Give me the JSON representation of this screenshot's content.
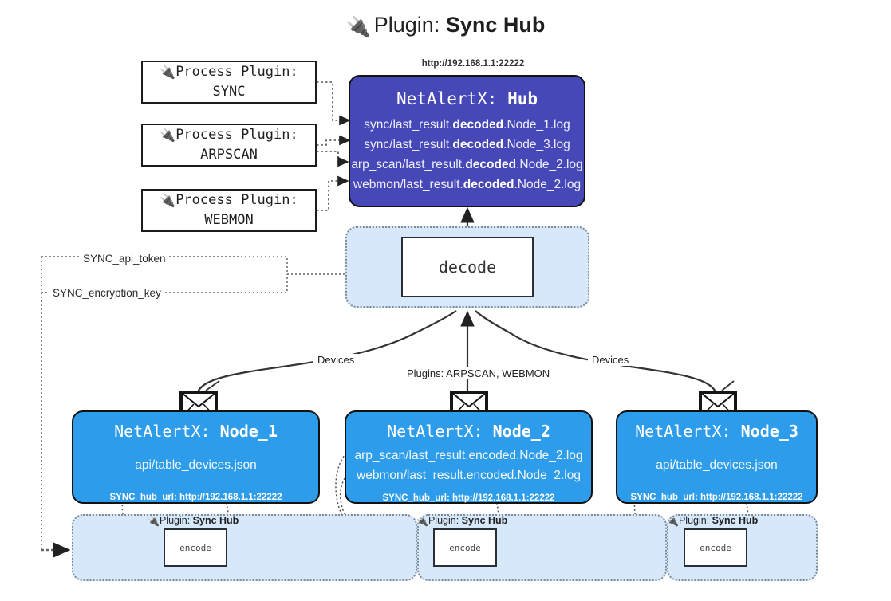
{
  "title": {
    "icon": "plug-icon",
    "prefix": "Plugin:",
    "name": "Sync Hub"
  },
  "process_plugins": [
    {
      "icon": "plug-icon",
      "line1": "Process Plugin:",
      "line2": "SYNC"
    },
    {
      "icon": "plug-icon",
      "line1": "Process Plugin:",
      "line2": "ARPSCAN"
    },
    {
      "icon": "plug-icon",
      "line1": "Process Plugin:",
      "line2": "WEBMON"
    }
  ],
  "hub": {
    "url": "http://192.168.1.1:22222",
    "title_prefix": "NetAlertX:",
    "title_name": "Hub",
    "logs": [
      {
        "pre": "sync/last_result.",
        "mid": "decoded",
        "post": ".Node_1.log"
      },
      {
        "pre": "sync/last_result.",
        "mid": "decoded",
        "post": ".Node_3.log"
      },
      {
        "pre": "arp_scan/last_result.",
        "mid": "decoded",
        "post": ".Node_2.log"
      },
      {
        "pre": "webmon/last_result.",
        "mid": "decoded",
        "post": ".Node_2.log"
      }
    ]
  },
  "decode": {
    "label": "decode"
  },
  "keys": {
    "api_token": "SYNC_api_token",
    "encryption_key": "SYNC_encryption_key"
  },
  "edge_labels": {
    "devices_left": "Devices",
    "devices_right": "Devices",
    "plugins_center": "Plugins: ARPSCAN, WEBMON"
  },
  "nodes": [
    {
      "title_prefix": "NetAlertX:",
      "title_name": "Node_1",
      "lines": [
        "api/table_devices.json"
      ],
      "hub_url_label": "SYNC_hub_url: http://192.168.1.1:22222",
      "envelope_icon": "envelope-icon"
    },
    {
      "title_prefix": "NetAlertX:",
      "title_name": "Node_2",
      "lines": [
        "arp_scan/last_result.encoded.Node_2.log",
        "webmon/last_result.encoded.Node_2.log"
      ],
      "hub_url_label": "SYNC_hub_url: http://192.168.1.1:22222",
      "envelope_icon": "envelope-icon"
    },
    {
      "title_prefix": "NetAlertX:",
      "title_name": "Node_3",
      "lines": [
        "api/table_devices.json"
      ],
      "hub_url_label": "SYNC_hub_url: http://192.168.1.1:22222",
      "envelope_icon": "envelope-icon"
    }
  ],
  "encode_lanes": [
    {
      "plugin_icon": "plug-icon",
      "plugin_prefix": "Plugin:",
      "plugin_name": "Sync Hub",
      "box_label": "encode"
    },
    {
      "plugin_icon": "plug-icon",
      "plugin_prefix": "Plugin:",
      "plugin_name": "Sync Hub",
      "box_label": "encode"
    },
    {
      "plugin_icon": "plug-icon",
      "plugin_prefix": "Plugin:",
      "plugin_name": "Sync Hub",
      "box_label": "encode"
    }
  ],
  "colors": {
    "hub_fill": "#4648b8",
    "node_fill": "#2d9ceb",
    "lane_fill": "#d6e8fa",
    "stroke": "#121212",
    "dotted_stroke": "#7b8b99"
  }
}
